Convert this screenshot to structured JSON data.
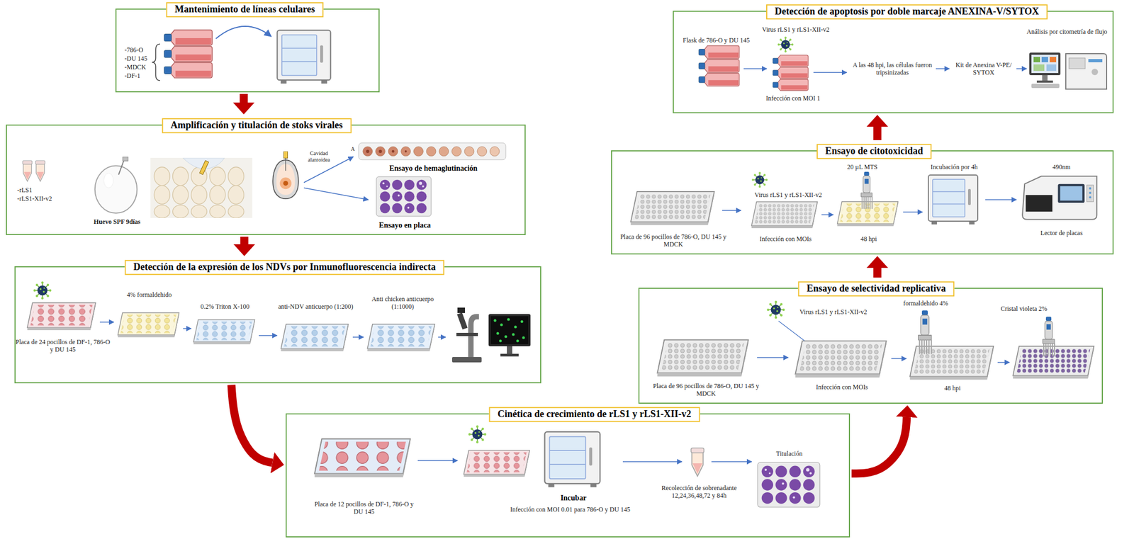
{
  "diagram": {
    "nodes": [
      {
        "text": [
          "Mantenimiento de líneas celulares",
          "-786-O",
          "-DU 145",
          "-MDCK",
          "-DF-1"
        ]
      },
      {
        "text": [
          "Amplificación y titulación de stoks virales",
          "-rLS1",
          "-rLS1-XII-v2",
          "Huevo SPF 9días",
          "Cavidad alantoidea",
          "A",
          "Ensayo de hemaglutinación",
          "Ensayo en placa"
        ]
      },
      {
        "text": [
          "Detección de la expresión de los NDVs por Inmunofluorescencia indirecta",
          "4% formaldehido",
          "0.2% Triton X-100",
          "anti-NDV anticuerpo (1:200)",
          "Anti chicken anticuerpo (1:1000)",
          "Placa de 24 pocillos de DF-1, 786-O y DU 145"
        ]
      },
      {
        "text": [
          "Cinética de crecimiento de rLS1 y rLS1-XII-v2",
          "Placa de 12 pocillos de DF-1, 786-O y DU 145",
          "Incubar",
          "Infección con MOI 0.01 para 786-O y DU 145",
          "Recolección de sobrenadante 12,24,36,48,72 y 84h",
          "Titulación"
        ]
      },
      {
        "text": [
          "Ensayo de selectividad replicativa",
          "Virus rLS1 y rLS1-XII-v2",
          "formaldehido 4%",
          "Cristal violeta 2%",
          "Placa de 96 pocillos de 786-O, DU 145 y MDCK",
          "Infección con MOIs",
          "48 hpi"
        ]
      },
      {
        "text": [
          "Ensayo de citotoxicidad",
          "Virus rLS1 y rLS1-XII-v2",
          "20 µL MTS",
          "Incubación por 4h",
          "490nm",
          "Placa de 96 pocillos de 786-O, DU 145 y MDCK",
          "Infección con MOIs",
          "48 hpi",
          "Lector de placas"
        ]
      },
      {
        "text": [
          "Detección de apoptosis por doble marcaje ANEXINA-V/SYTOX",
          "Virus rLS1 y rLS1-XII-v2",
          "Flask de 786-O y DU 145",
          "A las 48 hpi, las células fueron tripsinizadas",
          "Infección con MOI 1",
          "Kit de Anexina V-PE/ SYTOX",
          "Análisis por citometría de flujo"
        ]
      }
    ],
    "edges": [
      {
        "from": 0,
        "to": 1,
        "arrow": "to"
      },
      {
        "from": 1,
        "to": 2,
        "arrow": "to"
      },
      {
        "from": 2,
        "to": 3,
        "arrow": "to"
      },
      {
        "from": 3,
        "to": 4,
        "arrow": "to"
      },
      {
        "from": 4,
        "to": 5,
        "arrow": "to"
      },
      {
        "from": 5,
        "to": 6,
        "arrow": "to"
      }
    ]
  }
}
